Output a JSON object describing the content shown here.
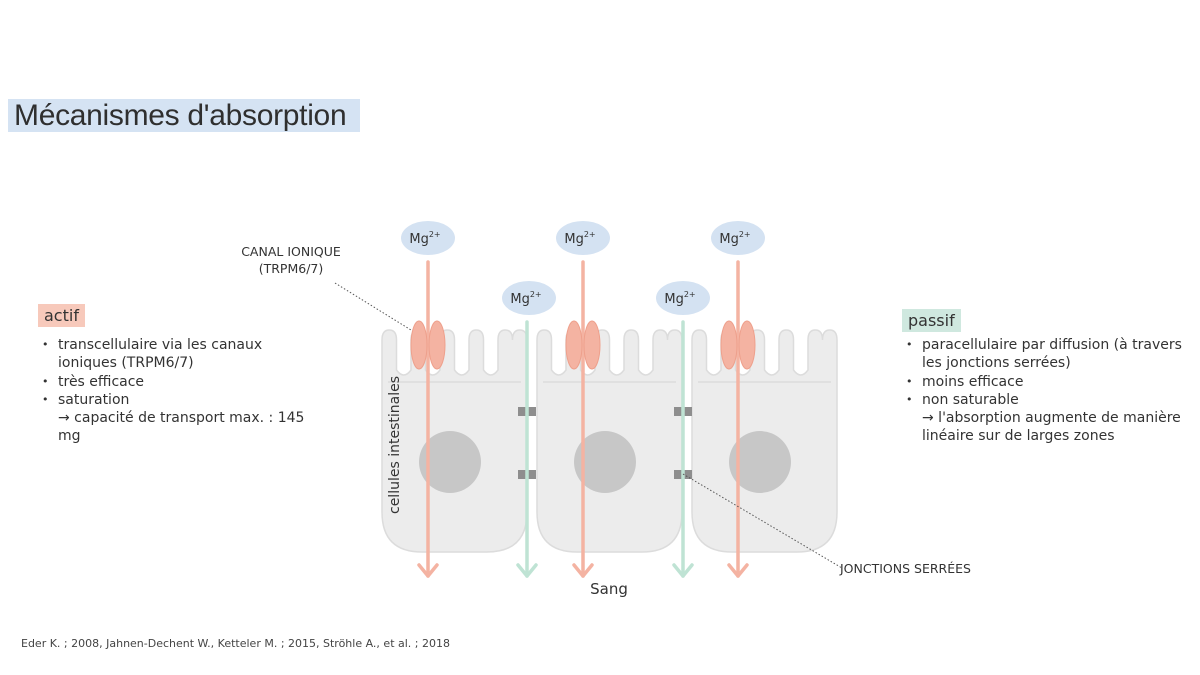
{
  "title": "Mécanismes d'absorption",
  "active": {
    "label": "actif",
    "bullets": [
      "transcellulaire via les canaux ioniques (TRPM6/7)",
      "très efficace",
      "saturation"
    ],
    "saturation_detail": "→ capacité de transport max. : 145 mg"
  },
  "passive": {
    "label": "passif",
    "bullets": [
      "paracellulaire par diffusion (à travers les jonctions serrées)",
      "moins efficace",
      "non saturable"
    ],
    "saturable_detail": "→ l'absorption augmente de manière linéaire sur de larges zones"
  },
  "diagram": {
    "ion_label": "Mg",
    "ion_charge": "2+",
    "channel_label_line1": "CANAL IONIQUE",
    "channel_label_line2": "(TRPM6/7)",
    "cells_label": "cellules intestinales",
    "blood_label": "Sang",
    "junction_label": "JONCTIONS SERRÉES",
    "colors": {
      "active": "#f4b3a2",
      "passive": "#bfe3d4",
      "ion": "#d4e2f2",
      "cell": "#ececec",
      "nucleus": "#c7c7c7",
      "junction": "#8e8e8e"
    }
  },
  "source": "Eder K. ; 2008, Jahnen-Dechent W., Ketteler M. ; 2015, Ströhle A., et al. ; 2018"
}
